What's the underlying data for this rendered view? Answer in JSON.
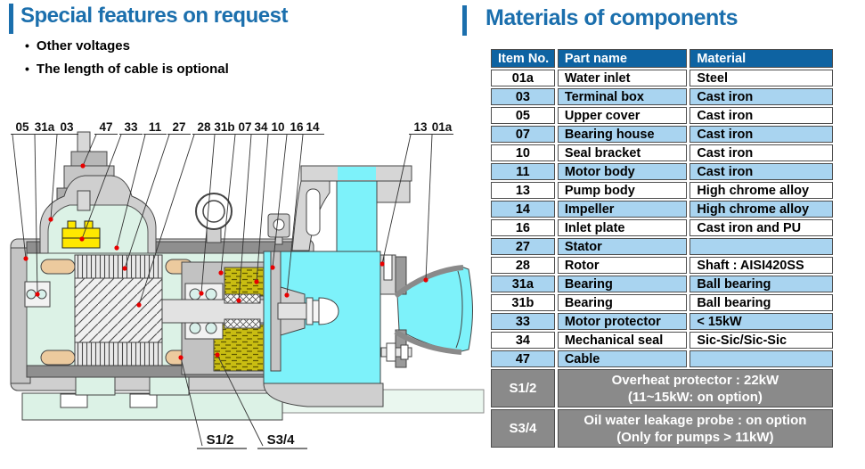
{
  "left_panel": {
    "title": "Special features on request",
    "bullets": [
      "Other voltages",
      "The length of cable is optional"
    ]
  },
  "right_panel": {
    "title": "Materials of components"
  },
  "diagram": {
    "callouts": [
      "05",
      "31a",
      "03",
      "47",
      "33",
      "11",
      "27",
      "28",
      "31b",
      "07",
      "34",
      "10",
      "16",
      "14",
      "13",
      "01a"
    ],
    "sensor_labels": [
      "S1/2",
      "S3/4"
    ]
  },
  "table": {
    "headers": [
      "Item No.",
      "Part name",
      "Material"
    ],
    "rows": [
      {
        "no": "01a",
        "part": "Water inlet",
        "material": "Steel"
      },
      {
        "no": "03",
        "part": "Terminal box",
        "material": "Cast iron"
      },
      {
        "no": "05",
        "part": "Upper cover",
        "material": "Cast iron"
      },
      {
        "no": "07",
        "part": "Bearing house",
        "material": "Cast iron"
      },
      {
        "no": "10",
        "part": "Seal bracket",
        "material": "Cast iron"
      },
      {
        "no": "11",
        "part": "Motor body",
        "material": "Cast iron"
      },
      {
        "no": "13",
        "part": "Pump body",
        "material": "High chrome alloy"
      },
      {
        "no": "14",
        "part": "Impeller",
        "material": "High chrome alloy"
      },
      {
        "no": "16",
        "part": "Inlet plate",
        "material": "Cast iron and PU"
      },
      {
        "no": "27",
        "part": "Stator",
        "material": ""
      },
      {
        "no": "28",
        "part": "Rotor",
        "material": "Shaft : AISI420SS"
      },
      {
        "no": "31a",
        "part": "Bearing",
        "material": "Ball bearing"
      },
      {
        "no": "31b",
        "part": "Bearing",
        "material": "Ball bearing"
      },
      {
        "no": "33",
        "part": "Motor protector",
        "material": "< 15kW"
      },
      {
        "no": "34",
        "part": "Mechanical seal",
        "material": "Sic-Sic/Sic-Sic"
      },
      {
        "no": "47",
        "part": "Cable",
        "material": ""
      }
    ],
    "special_rows": [
      {
        "no": "S1/2",
        "line1": "Overheat protector : 22kW",
        "line2": "(11~15kW:  on option)"
      },
      {
        "no": "S3/4",
        "line1": "Oil water leakage probe : on option",
        "line2": "(Only for pumps > 11kW)"
      }
    ]
  },
  "colors": {
    "accent_blue": "#1b6fad",
    "header_blue": "#0e63a2",
    "row_blue": "#a9d4f0",
    "special_gray": "#8a8a8a",
    "pump_cyan": "#7df2fa",
    "interior_mint": "#dcf2e6",
    "oil_olive": "#c9bd12",
    "terminal_yellow": "#ffe800",
    "marker_red": "#e80000"
  }
}
